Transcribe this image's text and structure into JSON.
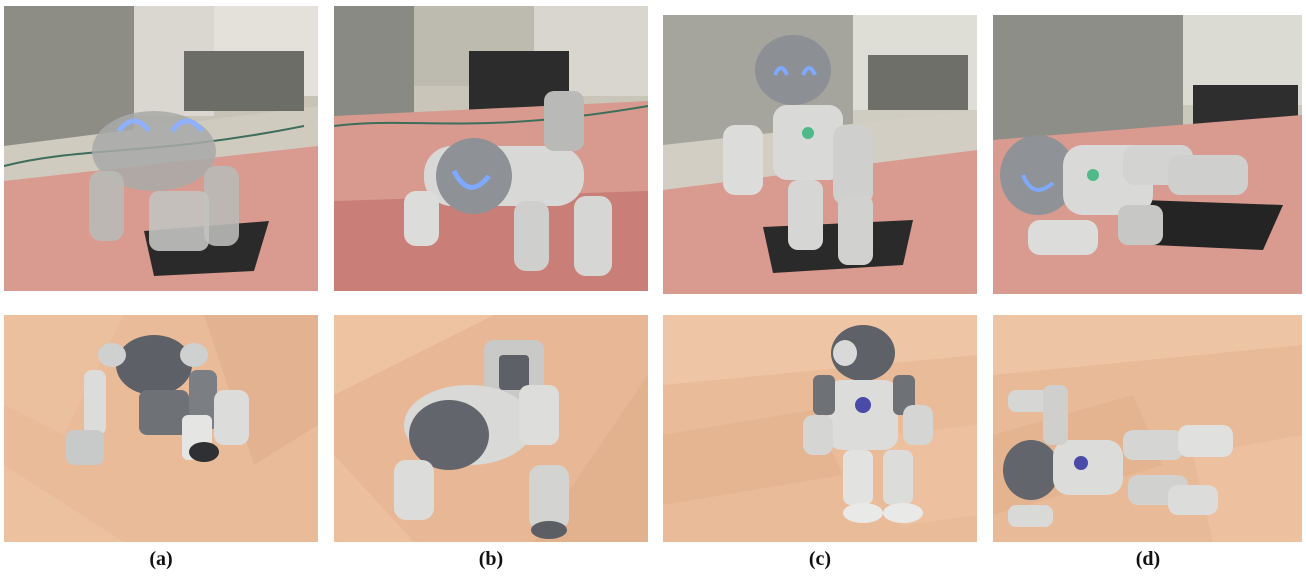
{
  "figure": {
    "captions": [
      "(a)",
      "(b)",
      "(c)",
      "(d)"
    ],
    "panels": [
      {
        "column": "a",
        "row": "top",
        "kind": "photo",
        "subject": "robot-photo"
      },
      {
        "column": "a",
        "row": "bottom",
        "kind": "render",
        "subject": "robot-render"
      },
      {
        "column": "b",
        "row": "top",
        "kind": "photo",
        "subject": "robot-photo"
      },
      {
        "column": "b",
        "row": "bottom",
        "kind": "render",
        "subject": "robot-render"
      },
      {
        "column": "c",
        "row": "top",
        "kind": "photo",
        "subject": "robot-photo"
      },
      {
        "column": "c",
        "row": "bottom",
        "kind": "render",
        "subject": "robot-render"
      },
      {
        "column": "d",
        "row": "top",
        "kind": "photo",
        "subject": "robot-photo"
      },
      {
        "column": "d",
        "row": "bottom",
        "kind": "render",
        "subject": "robot-render"
      }
    ]
  },
  "colors": {
    "foam": "#d89a90",
    "wall": "#b7b2a6",
    "floor": "#e8b997",
    "robot_white": "#e6e6e4",
    "robot_grey": "#7c7f84",
    "led_blue": "#7fa8ff"
  }
}
